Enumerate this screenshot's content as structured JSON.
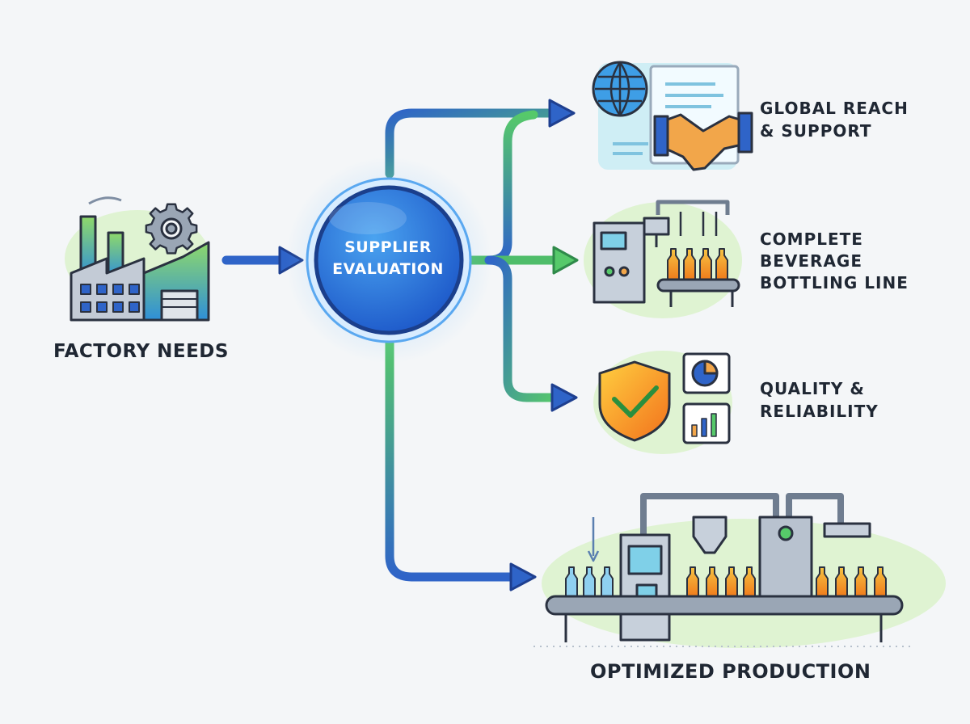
{
  "nodes": {
    "factory_needs": {
      "lines": [
        "FACTORY NEEDS"
      ]
    },
    "supplier_evaluation": {
      "lines": [
        "SUPPLIER",
        "EVALUATION"
      ]
    },
    "global_reach": {
      "lines": [
        "GLOBAL REACH",
        "& SUPPORT"
      ]
    },
    "bottling_line": {
      "lines": [
        "COMPLETE",
        "BEVERAGE",
        "BOTTLING LINE"
      ]
    },
    "quality": {
      "lines": [
        "QUALITY &",
        "RELIABILITY"
      ]
    },
    "optimized": {
      "lines": [
        "OPTIMIZED PRODUCTION"
      ]
    }
  },
  "icons": {
    "factory": "factory-with-gear-icon",
    "global": "globe-document-handshake-icon",
    "bottling": "bottling-machine-icon",
    "quality": "shield-check-charts-icon",
    "optimized": "production-line-icon"
  },
  "colors": {
    "blue": "#2f64c8",
    "blue_dark": "#1e3f8f",
    "green": "#56c96a",
    "orange": "#f29a1e",
    "text": "#1f2733"
  }
}
